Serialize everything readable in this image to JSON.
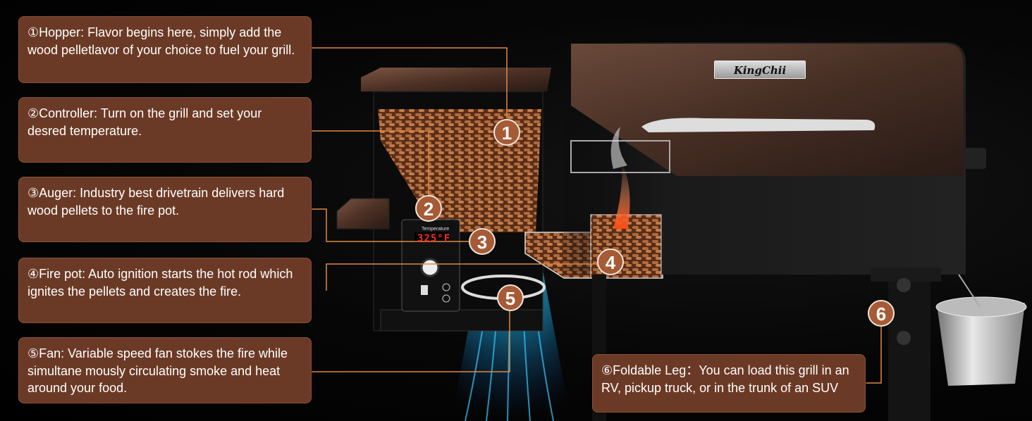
{
  "callouts": [
    {
      "text": "①Hopper: Flavor begins here, simply add the wood pelletlavor of your choice to fuel your grill."
    },
    {
      "text": "②Controller: Turn on the grill and set your desred temperature."
    },
    {
      "text": "③Auger: Industry best drivetrain delivers hard wood pellets to the fire pot."
    },
    {
      "text": "④Fire pot: Auto ignition starts the hot rod which ignites the pellets and creates the fire."
    },
    {
      "text": "⑤Fan: Variable speed fan stokes the fire while simultane mously circulating smoke and heat around your food."
    },
    {
      "text": "⑥Foldable Leg：You can load this grill in an RV, pickup truck, or in the trunk of an SUV"
    }
  ],
  "markers": [
    "1",
    "2",
    "3",
    "4",
    "5",
    "6"
  ],
  "brand": "KingChii",
  "controller": {
    "label": "Temperature",
    "reading": "325°F"
  },
  "colors": {
    "callout_bg": "#6b3a26",
    "leader_line": "#e0893f",
    "marker_bg": "#a65a35",
    "lid_copper": "#5a3a2c",
    "pellets": "#9a5a34",
    "fan_glow": "#1aa9e0"
  }
}
